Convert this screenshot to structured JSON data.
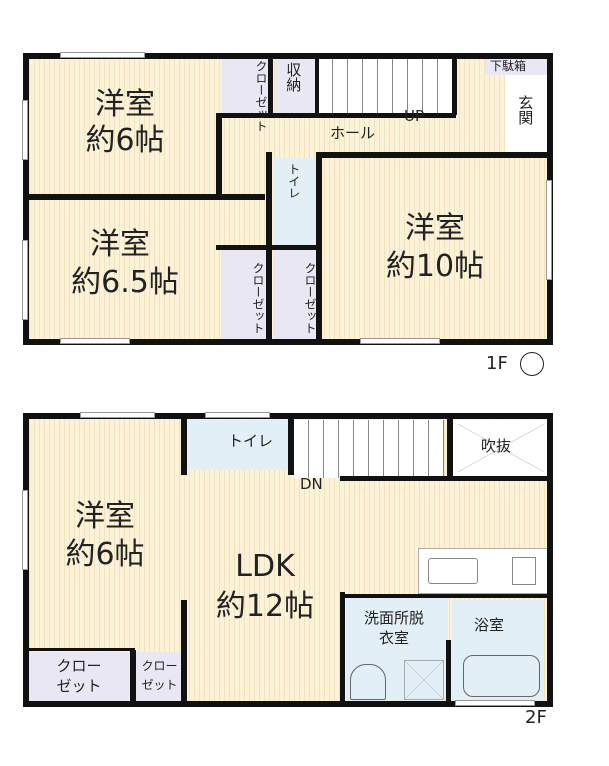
{
  "floor1": {
    "label": "1F",
    "rooms": {
      "bedroom_a": {
        "name": "洋室",
        "size": "約6帖"
      },
      "bedroom_b": {
        "name": "洋室",
        "size": "約6.5帖"
      },
      "bedroom_c": {
        "name": "洋室",
        "size": "約10帖"
      },
      "closet_top": "クローゼット",
      "storage": "収納",
      "hall": "ホール",
      "stairs_up": "UP",
      "shoe_box": "下駄箱",
      "entrance": "玄関",
      "toilet": "トイレ",
      "closet_left": "クローゼット",
      "closet_right": "クローゼット"
    }
  },
  "floor2": {
    "label": "2F",
    "rooms": {
      "bedroom": {
        "name": "洋室",
        "size": "約6帖"
      },
      "closet_a": "クローゼット",
      "closet_b": "クローゼット",
      "toilet": "トイレ",
      "stairs_down": "DN",
      "void": "吹抜",
      "ldk": {
        "name": "LDK",
        "size": "約12帖"
      },
      "washroom": "洗面所脱衣室",
      "bathroom": "浴室"
    }
  },
  "colors": {
    "floor": "#fbf2d8",
    "closet": "#e9e7f3",
    "wet": "#e2eff6",
    "wall": "#111111"
  }
}
